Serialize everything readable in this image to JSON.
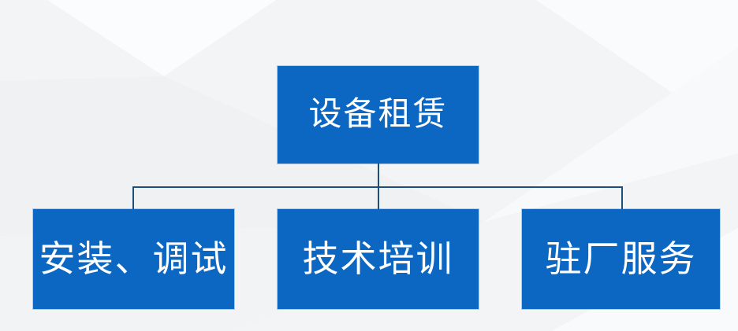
{
  "diagram": {
    "type": "org-chart",
    "root": {
      "label": "设备租赁"
    },
    "children": [
      {
        "label": "安装、调试"
      },
      {
        "label": "技术培训"
      },
      {
        "label": "驻厂服务"
      }
    ],
    "colors": {
      "node_fill": "#0c67c2",
      "node_text": "#ffffff",
      "connector": "#1f4e79",
      "background": "#f3f4f6"
    }
  }
}
